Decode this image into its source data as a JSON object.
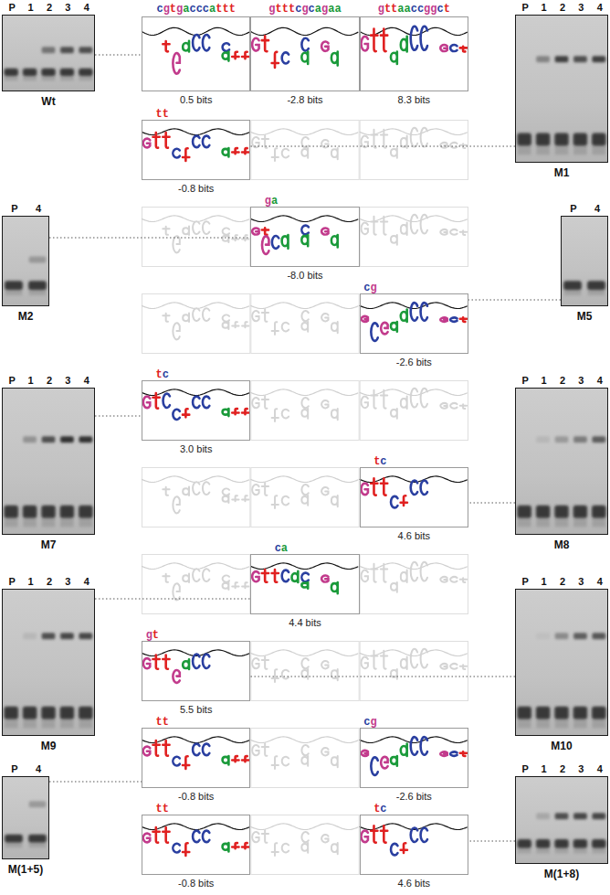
{
  "diagram": {
    "nodes": [
      {
        "text": [
          "P",
          "1",
          "2",
          "3",
          "4",
          "Wt"
        ]
      },
      {
        "text": [
          "cgtgacccattt",
          "0.5 bits"
        ]
      },
      {
        "text": [
          "gtttcgcagaa",
          "-2.8 bits"
        ]
      },
      {
        "text": [
          "gttaaccggct",
          "8.3 bits"
        ]
      },
      {
        "text": [
          "P",
          "1",
          "2",
          "3",
          "4",
          "M1"
        ]
      },
      {
        "text": [
          "tt",
          "-0.8 bits"
        ]
      },
      {
        "text": [
          "P",
          "4",
          "M2"
        ]
      },
      {
        "text": [
          "ga",
          "-8.0 bits"
        ]
      },
      {
        "text": [
          "cg",
          "-2.6 bits"
        ]
      },
      {
        "text": [
          "P",
          "4",
          "M5"
        ]
      },
      {
        "text": [
          "P",
          "1",
          "2",
          "3",
          "4",
          "M7"
        ]
      },
      {
        "text": [
          "tc",
          "3.0 bits"
        ]
      },
      {
        "text": [
          "P",
          "1",
          "2",
          "3",
          "4",
          "M8"
        ]
      },
      {
        "text": [
          "tc",
          "4.6 bits"
        ]
      },
      {
        "text": [
          "P",
          "1",
          "2",
          "3",
          "4",
          "M9"
        ]
      },
      {
        "text": [
          "ca",
          "4.4 bits"
        ]
      },
      {
        "text": [
          "gt",
          "5.5 bits"
        ]
      },
      {
        "text": [
          "P",
          "1",
          "2",
          "3",
          "4",
          "M10"
        ]
      },
      {
        "text": [
          "P",
          "4",
          "M(1+5)"
        ]
      },
      {
        "text": [
          "tt",
          "-0.8 bits"
        ]
      },
      {
        "text": [
          "cg",
          "-2.6 bits"
        ]
      },
      {
        "text": [
          "P",
          "1",
          "2",
          "3",
          "4",
          "M(1+8)"
        ]
      },
      {
        "text": [
          "tt",
          "-0.8 bits"
        ]
      },
      {
        "text": [
          "tc",
          "4.6 bits"
        ]
      }
    ],
    "edges": [
      {
        "from": 0,
        "to": 1,
        "arrow": "none"
      },
      {
        "from": 4,
        "to": 5,
        "arrow": "none"
      },
      {
        "from": 6,
        "to": 7,
        "arrow": "none"
      },
      {
        "from": 9,
        "to": 8,
        "arrow": "none"
      },
      {
        "from": 10,
        "to": 11,
        "arrow": "none"
      },
      {
        "from": 12,
        "to": 13,
        "arrow": "none"
      },
      {
        "from": 14,
        "to": 15,
        "arrow": "none"
      },
      {
        "from": 17,
        "to": 16,
        "arrow": "none"
      },
      {
        "from": 18,
        "to": 19,
        "arrow": "none"
      },
      {
        "from": 21,
        "to": 23,
        "arrow": "none"
      }
    ]
  }
}
